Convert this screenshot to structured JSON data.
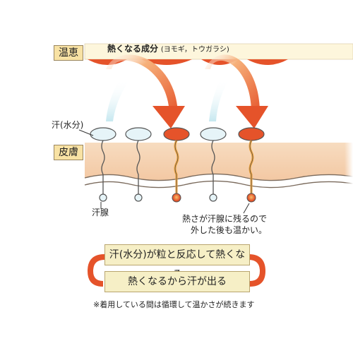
{
  "labels": {
    "warm_tag": "温恵",
    "skin_tag": "皮膚",
    "heat_ingredient": "熱くなる成分",
    "heat_ingredient_examples": "(ヨモギ，トウガラシ)",
    "sweat": "汗(水分)",
    "sweat_gland": "汗腺",
    "note_line1": "熱さが汗腺に残るので",
    "note_line2": "外した後も温かい。"
  },
  "cycle": {
    "step1": "汗(水分)が粒と反応して熱くなる",
    "step2": "熱くなるから汗が出る"
  },
  "footnote": "※着用している間は循環して温かさが続きます",
  "colors": {
    "tag_fill": "#f8e2a4",
    "band_fill": "#fdf6dc",
    "heat_red": "#e5532a",
    "heat_orange": "#f08a3a",
    "skin_fill": "#f6d3b3",
    "sweat_blue": "#e6f4f8"
  }
}
